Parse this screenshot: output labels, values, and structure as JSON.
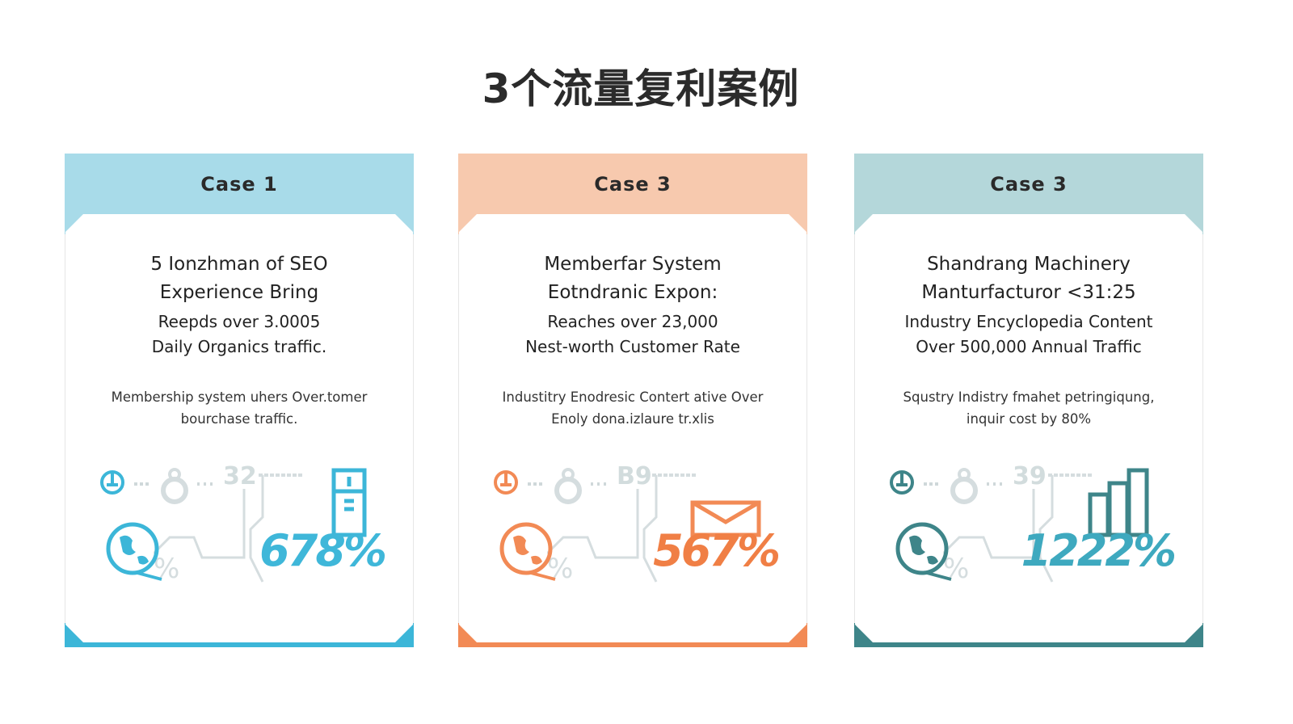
{
  "title": "3个流量复利案例",
  "cards": [
    {
      "header": "Case 1",
      "headline_1": "5 Ionzhman of SEO",
      "headline_2": "Experience Bring",
      "sub_1": "Reepds over 3.0005",
      "sub_2": "Daily Organics traffic.",
      "desc_1": "Membership system uhers Over.tomer",
      "desc_2": "bourchase traffic.",
      "faint_number": "32",
      "stat": "678%",
      "header_color": "#a8dbe9",
      "accent": "#3cb6d8",
      "stat_color": "#3fb7d9"
    },
    {
      "header": "Case 3",
      "headline_1": "Memberfar System",
      "headline_2": "Eotndranic Expon:",
      "sub_1": "Reaches over 23,000",
      "sub_2": "Nest-worth Customer Rate",
      "desc_1": "Industitry Enodresic Contert ative Over",
      "desc_2": "Enoly dona.izlaure tr.xlis",
      "faint_number": "B9",
      "stat": "567%",
      "header_color": "#f7c9ae",
      "accent": "#f28a55",
      "stat_color": "#f07f45"
    },
    {
      "header": "Case 3",
      "headline_1": "Shandrang Machinery",
      "headline_2": "Manturfacturor <31:25",
      "sub_1": "Industry Encyclopedia Content",
      "sub_2": "Over 500,000 Annual Traffic",
      "desc_1": "Squstry Indistry fmahet petringiqung,",
      "desc_2": "inquir cost by 80%",
      "faint_number": "39",
      "stat": "1222%",
      "header_color": "#b4d7da",
      "accent": "#3e8589",
      "stat_color": "#3ea9bf"
    }
  ]
}
